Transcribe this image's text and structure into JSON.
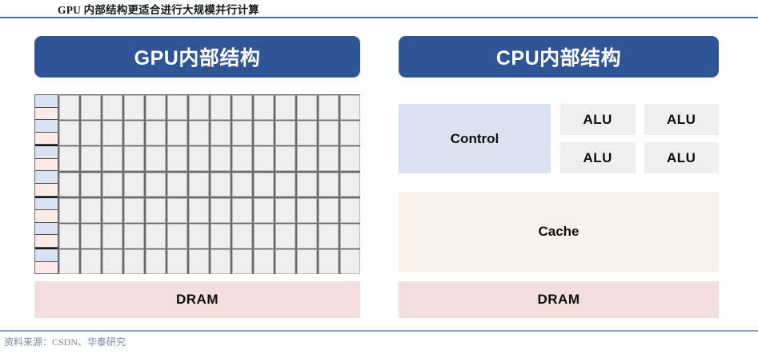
{
  "slide": {
    "title": "GPU 内部结构更适合进行大规模并行计算",
    "source": "资料来源：CSDN、华泰研究",
    "accent_color": "#2f5596",
    "rule_color": "#4a6ea8",
    "footer_rule_color": "#8fa3c4"
  },
  "gpu_panel": {
    "header": "GPU内部结构",
    "dram_label": "DRAM",
    "grid": {
      "columns": 14,
      "rows": 7,
      "cell_color": "#efefef",
      "border_color": "#6a6a6a"
    },
    "side_column": {
      "cell_count": 14,
      "blue_color": "#d8e2f2",
      "pink_color": "#fbeae6",
      "pattern": [
        "blue",
        "pink",
        "blue",
        "pink",
        "blue",
        "pink",
        "blue",
        "pink",
        "blue",
        "pink",
        "blue",
        "pink",
        "blue",
        "pink"
      ]
    },
    "dram_color": "#f1dedd"
  },
  "cpu_panel": {
    "header": "CPU内部结构",
    "control_label": "Control",
    "control_color": "#dbe3f3",
    "alu_labels": [
      "ALU",
      "ALU",
      "ALU",
      "ALU"
    ],
    "alu_color": "#efefef",
    "cache_label": "Cache",
    "cache_color": "#fbf1e9",
    "dram_label": "DRAM",
    "dram_color": "#f1dedd"
  }
}
